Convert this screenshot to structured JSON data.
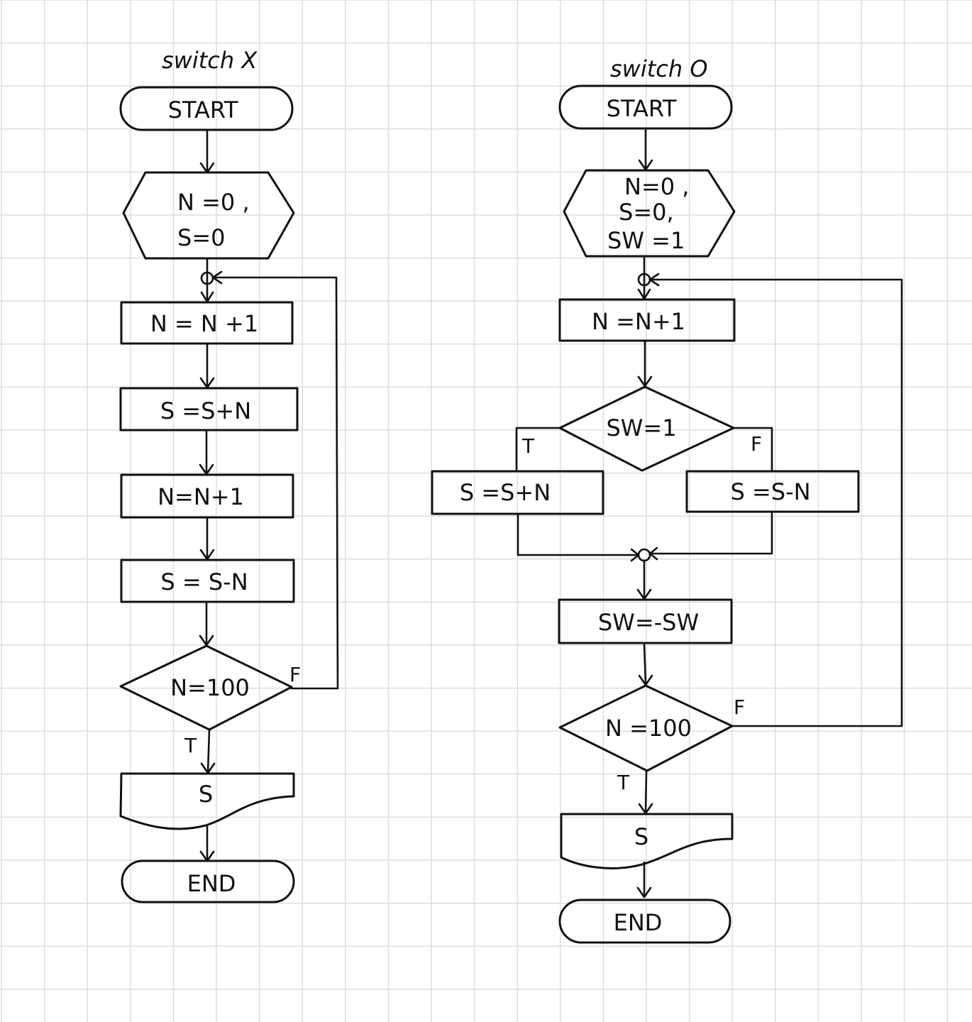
{
  "colors": {
    "ink": "#111111",
    "grid": "#dedede",
    "paper": "#ffffff"
  },
  "left": {
    "title": "switch X",
    "start": "START",
    "init_1": "N =0 ,",
    "init_2": "S=0",
    "step1": "N = N +1",
    "step2": "S =S+N",
    "step3": "N=N+1",
    "step4": "S = S-N",
    "decision": "N=100",
    "false_label": "F",
    "true_label": "T",
    "output": "S",
    "end": "END"
  },
  "right": {
    "title": "switch O",
    "start": "START",
    "init_1": "N=0 ,",
    "init_2": "S=0,",
    "init_3": "SW =1",
    "step1": "N =N+1",
    "decision_sw": "SW=1",
    "true_label_sw": "T",
    "false_label_sw": "F",
    "branch_true": "S =S+N",
    "branch_false": "S =S-N",
    "toggle": "SW=-SW",
    "decision_n": "N =100",
    "false_label": "F",
    "true_label": "T",
    "output": "S",
    "end": "END"
  }
}
